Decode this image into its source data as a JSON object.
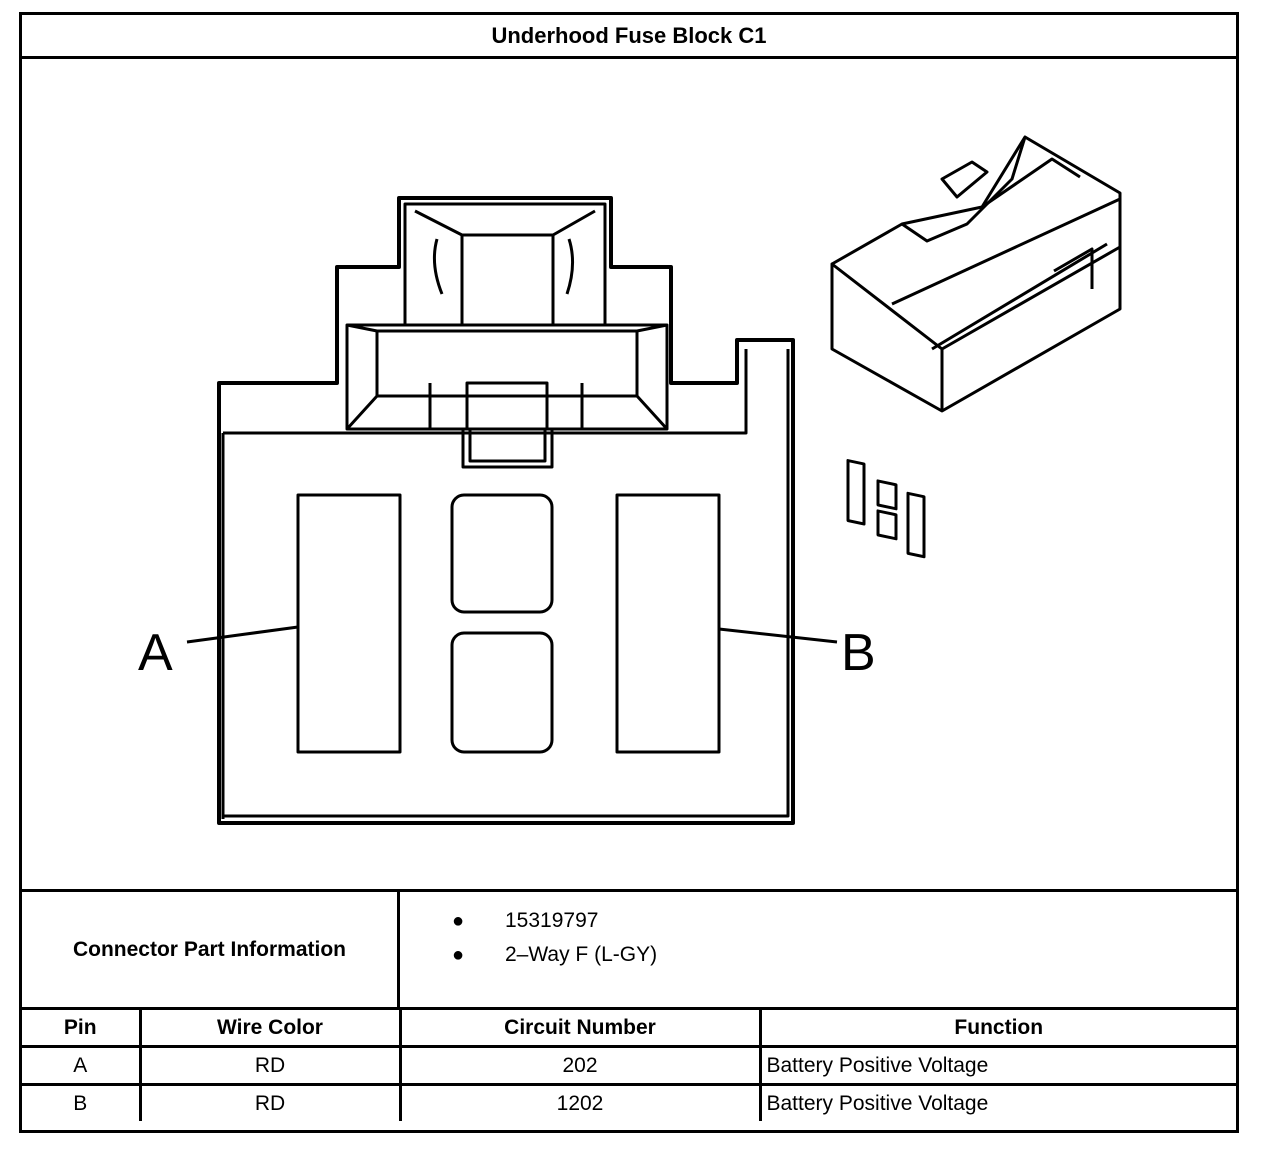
{
  "title": "Underhood Fuse Block C1",
  "diagram": {
    "pin_labels": [
      "A",
      "B"
    ]
  },
  "connector_info": {
    "label": "Connector Part Information",
    "items": [
      "15319797",
      "2–Way F (L-GY)"
    ]
  },
  "table": {
    "headers": [
      "Pin",
      "Wire Color",
      "Circuit Number",
      "Function"
    ],
    "rows": [
      [
        "A",
        "RD",
        "202",
        "Battery Positive Voltage"
      ],
      [
        "B",
        "RD",
        "1202",
        "Battery Positive Voltage"
      ]
    ]
  }
}
